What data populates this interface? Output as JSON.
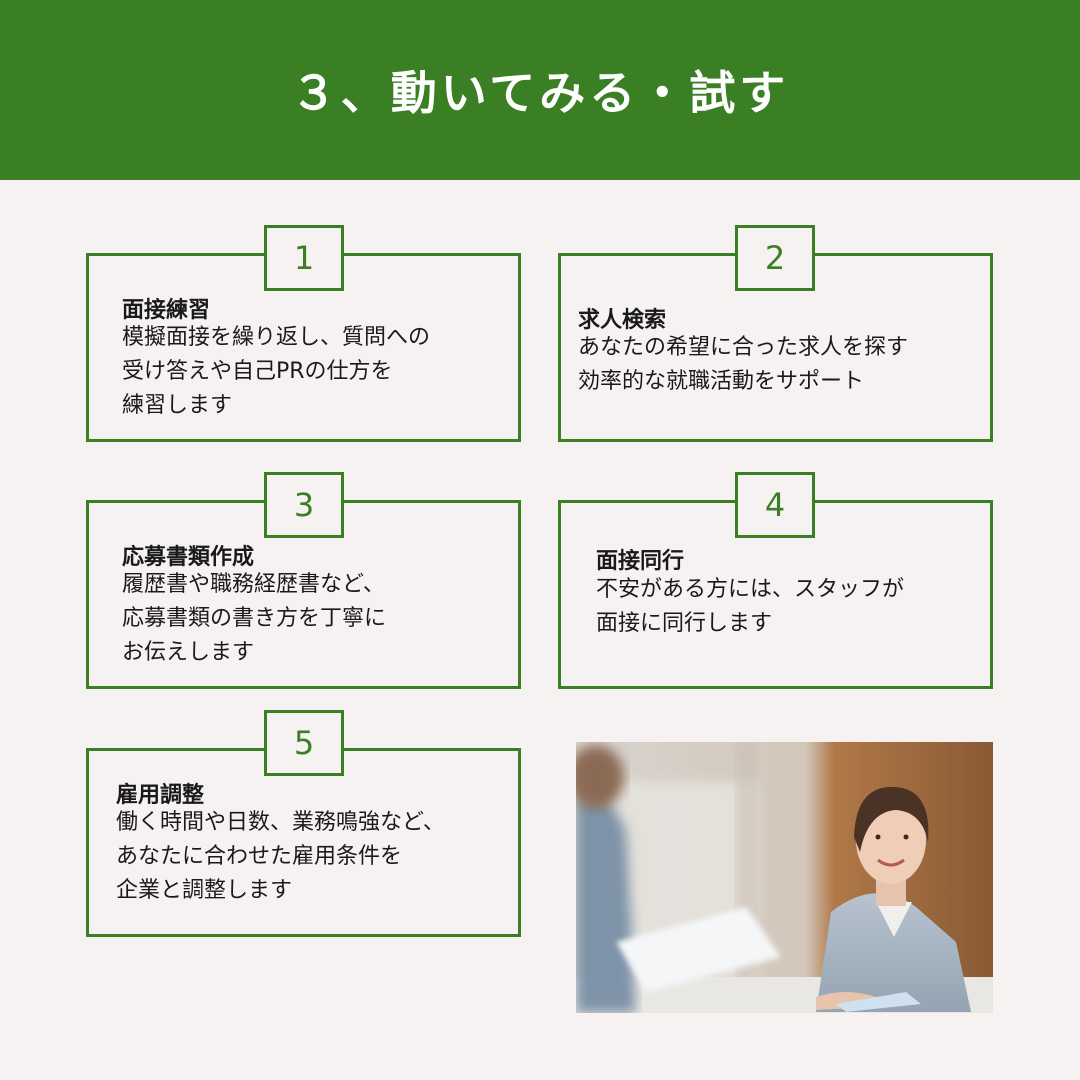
{
  "header": {
    "title": "３、動いてみる・試す"
  },
  "cards": [
    {
      "number": "1",
      "title": "面接練習",
      "lines": [
        "模擬面接を繰り返し、質問への",
        "受け答えや自己PRの仕方を",
        "練習します"
      ]
    },
    {
      "number": "2",
      "title": "求人検索",
      "lines": [
        "あなたの希望に合った求人を探す",
        "効率的な就職活動をサポート"
      ]
    },
    {
      "number": "3",
      "title": "応募書類作成",
      "lines": [
        "履歴書や職務経歴書など、",
        "応募書類の書き方を丁寧に",
        "お伝えします"
      ]
    },
    {
      "number": "4",
      "title": "面接同行",
      "lines": [
        "不安がある方には、スタッフが",
        "面接に同行します"
      ]
    },
    {
      "number": "5",
      "title": "雇用調整",
      "lines": [
        "働く時間や日数、業務鳴強など、",
        "あなたに合わせた雇用条件を",
        "企業と調整します"
      ]
    }
  ],
  "colors": {
    "brand_green": "#3a7f24",
    "background": "#f7f2f2"
  }
}
